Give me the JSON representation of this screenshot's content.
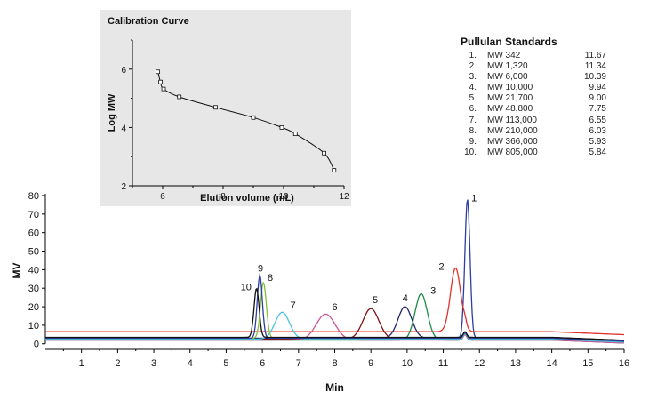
{
  "chart_data": [
    {
      "type": "line",
      "title": "",
      "xlabel": "Min",
      "ylabel": "MV",
      "xlim": [
        0,
        16
      ],
      "ylim": [
        -3,
        80
      ],
      "x_ticks": [
        1,
        2,
        3,
        4,
        5,
        6,
        7,
        8,
        9,
        10,
        11,
        12,
        13,
        14,
        15,
        16
      ],
      "y_ticks": [
        0,
        10,
        20,
        30,
        40,
        50,
        60,
        70,
        80
      ],
      "grid": false,
      "series": [
        {
          "name": "1",
          "color": "#2a3fa0",
          "peak_x": 11.67,
          "peak_y": 77,
          "sigma": 0.07,
          "baseline": 3.0,
          "label_x": 11.85,
          "label_y": 77
        },
        {
          "name": "2",
          "color": "#e0312b",
          "peak_x": 11.34,
          "peak_y": 41,
          "sigma": 0.14,
          "baseline": 6.5,
          "label_x": 10.95,
          "label_y": 40
        },
        {
          "name": "3",
          "color": "#1d8a46",
          "peak_x": 10.39,
          "peak_y": 27,
          "sigma": 0.17,
          "baseline": 2.0,
          "label_x": 10.72,
          "label_y": 27
        },
        {
          "name": "4",
          "color": "#22236e",
          "peak_x": 9.94,
          "peak_y": 20,
          "sigma": 0.19,
          "baseline": 3.0,
          "label_x": 9.95,
          "label_y": 23
        },
        {
          "name": "5",
          "color": "#7a1416",
          "peak_x": 9.0,
          "peak_y": 19,
          "sigma": 0.22,
          "baseline": 2.5,
          "label_x": 9.12,
          "label_y": 22
        },
        {
          "name": "6",
          "color": "#c7559a",
          "peak_x": 7.75,
          "peak_y": 16,
          "sigma": 0.26,
          "baseline": 2.0,
          "label_x": 8.0,
          "label_y": 18
        },
        {
          "name": "7",
          "color": "#4cc1dd",
          "peak_x": 6.55,
          "peak_y": 17,
          "sigma": 0.2,
          "baseline": 2.5,
          "label_x": 6.85,
          "label_y": 19
        },
        {
          "name": "8",
          "color": "#86bd3b",
          "peak_x": 6.03,
          "peak_y": 33,
          "sigma": 0.08,
          "baseline": 3.0,
          "label_x": 6.22,
          "label_y": 34
        },
        {
          "name": "9",
          "color": "#2a3fa0",
          "peak_x": 5.93,
          "peak_y": 37,
          "sigma": 0.07,
          "baseline": 3.0,
          "label_x": 5.95,
          "label_y": 39
        },
        {
          "name": "10",
          "color": "#111111",
          "peak_x": 5.84,
          "peak_y": 30,
          "sigma": 0.07,
          "baseline": 3.5,
          "label_x": 5.55,
          "label_y": 29
        }
      ]
    },
    {
      "type": "line",
      "title": "Calibration Curve",
      "xlabel": "Elution volume (mL)",
      "ylabel": "Log MW",
      "xlim": [
        5,
        12
      ],
      "ylim": [
        2,
        7
      ],
      "x_ticks": [
        6,
        8,
        10,
        12
      ],
      "y_ticks": [
        2,
        4,
        6
      ],
      "grid": false,
      "points": [
        {
          "x": 5.84,
          "y": 5.91
        },
        {
          "x": 5.93,
          "y": 5.56
        },
        {
          "x": 6.03,
          "y": 5.32
        },
        {
          "x": 6.55,
          "y": 5.05
        },
        {
          "x": 7.75,
          "y": 4.69
        },
        {
          "x": 9.0,
          "y": 4.34
        },
        {
          "x": 9.94,
          "y": 4.0
        },
        {
          "x": 10.39,
          "y": 3.78
        },
        {
          "x": 11.34,
          "y": 3.12
        },
        {
          "x": 11.67,
          "y": 2.53
        }
      ]
    }
  ],
  "standards": {
    "title": "Pullulan Standards",
    "rows": [
      {
        "num": "1.",
        "mw": "MW 342",
        "vol": "11.67"
      },
      {
        "num": "2.",
        "mw": "MW 1,320",
        "vol": "11.34"
      },
      {
        "num": "3.",
        "mw": "MW 6,000",
        "vol": "10.39"
      },
      {
        "num": "4.",
        "mw": "MW 10,000",
        "vol": "9.94"
      },
      {
        "num": "5.",
        "mw": "MW 21,700",
        "vol": "9.00"
      },
      {
        "num": "6.",
        "mw": "MW 48,800",
        "vol": "7.75"
      },
      {
        "num": "7.",
        "mw": "MW 113,000",
        "vol": "6.55"
      },
      {
        "num": "8.",
        "mw": "MW 210,000",
        "vol": "6.03"
      },
      {
        "num": "9.",
        "mw": "MW 366,000",
        "vol": "5.93"
      },
      {
        "num": "10.",
        "mw": "MW 805,000",
        "vol": "5.84"
      }
    ]
  }
}
